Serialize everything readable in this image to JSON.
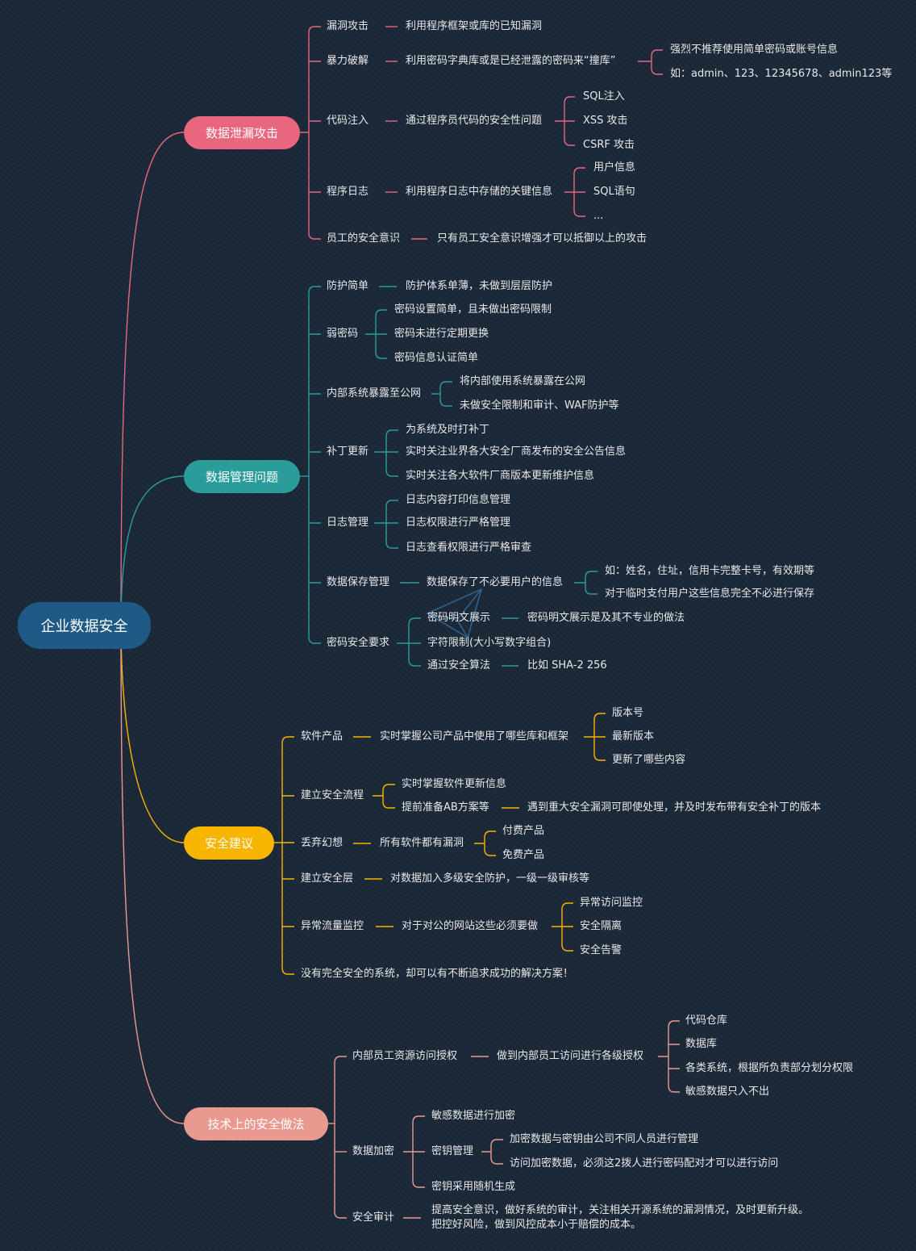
{
  "root": "企业数据安全",
  "branches": [
    {
      "label": "数据泄漏攻击",
      "color": "#e8677e"
    },
    {
      "label": "数据管理问题",
      "color": "#2a9d9b"
    },
    {
      "label": "安全建议",
      "color": "#f7b500"
    },
    {
      "label": "技术上的安全做法",
      "color": "#e89a91"
    }
  ],
  "b1": {
    "vuln": "漏洞攻击",
    "vuln_d": "利用程序框架或库的已知漏洞",
    "brute": "暴力破解",
    "brute_d": "利用密码字典库或是已经泄露的密码来“撞库”",
    "brute_1": "强烈不推荐使用简单密码或账号信息",
    "brute_2": "如：admin、123、12345678、admin123等",
    "inject": "代码注入",
    "inject_d": "通过程序员代码的安全性问题",
    "inject_1": "SQL注入",
    "inject_2": "XSS 攻击",
    "inject_3": "CSRF 攻击",
    "log": "程序日志",
    "log_d": "利用程序日志中存储的关键信息",
    "log_1": "用户信息",
    "log_2": "SQL语句",
    "log_3": "...",
    "staff": "员工的安全意识",
    "staff_d": "只有员工安全意识增强才可以抵御以上的攻击"
  },
  "b2": {
    "simple": "防护简单",
    "simple_d": "防护体系单薄，未做到层层防护",
    "weak": "弱密码",
    "weak_1": "密码设置简单，且未做出密码限制",
    "weak_2": "密码未进行定期更换",
    "weak_3": "密码信息认证简单",
    "exposed": "内部系统暴露至公网",
    "exposed_1": "将内部使用系统暴露在公网",
    "exposed_2": "未做安全限制和审计、WAF防护等",
    "patch": "补丁更新",
    "patch_1": "为系统及时打补丁",
    "patch_2": "实时关注业界各大安全厂商发布的安全公告信息",
    "patch_3": "实时关注各大软件厂商版本更新维护信息",
    "logm": "日志管理",
    "logm_1": "日志内容打印信息管理",
    "logm_2": "日志权限进行严格管理",
    "logm_3": "日志查看权限进行严格审查",
    "save": "数据保存管理",
    "save_d": "数据保存了不必要用户的信息",
    "save_1": "如：姓名，住址，信用卡完整卡号，有效期等",
    "save_2": "对于临时支付用户这些信息完全不必进行保存",
    "pwd": "密码安全要求",
    "pwd_1": "密码明文展示",
    "pwd_1d": "密码明文展示是及其不专业的做法",
    "pwd_2": "字符限制(大小写数字组合)",
    "pwd_3": "通过安全算法",
    "pwd_3d": "比如 SHA-2 256"
  },
  "b3": {
    "soft": "软件产品",
    "soft_d": "实时掌握公司产品中使用了哪些库和框架",
    "soft_1": "版本号",
    "soft_2": "最新版本",
    "soft_3": "更新了哪些内容",
    "flow": "建立安全流程",
    "flow_1": "实时掌握软件更新信息",
    "flow_2": "提前准备AB方案等",
    "flow_2d": "遇到重大安全漏洞可即使处理，并及时发布带有安全补丁的版本",
    "illusion": "丢弃幻想",
    "illusion_d": "所有软件都有漏洞",
    "illusion_1": "付费产品",
    "illusion_2": "免费产品",
    "layer": "建立安全层",
    "layer_d": "对数据加入多级安全防护，一级一级审核等",
    "traffic": "异常流量监控",
    "traffic_d": "对于对公的网站这些必须要做",
    "traffic_1": "异常访问监控",
    "traffic_2": "安全隔离",
    "traffic_3": "安全告警",
    "note": "没有完全安全的系统，却可以有不断追求成功的解决方案！"
  },
  "b4": {
    "auth": "内部员工资源访问授权",
    "auth_d": "做到内部员工访问进行各级授权",
    "auth_1": "代码仓库",
    "auth_2": "数据库",
    "auth_3": "各类系统，根据所负责部分划分权限",
    "auth_4": "敏感数据只入不出",
    "enc": "数据加密",
    "enc_1": "敏感数据进行加密",
    "enc_2": "密钥管理",
    "enc_2a": "加密数据与密钥由公司不同人员进行管理",
    "enc_2b": "访问加密数据，必须这2拨人进行密码配对才可以进行访问",
    "enc_3": "密钥采用随机生成",
    "audit": "安全审计",
    "audit_d": "提高安全意识，做好系统的审计，关注相关开源系统的漏洞情况，及时更新升级。\n把控好风险，做到风控成本小于赔偿的成本。"
  }
}
